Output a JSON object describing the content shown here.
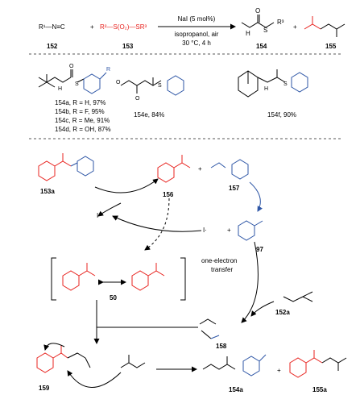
{
  "reaction": {
    "reagent1": "R¹—N≡C",
    "reagent1_id": "152",
    "plus": "+",
    "reagent2": "R²—S(O₂)—SR³",
    "reagent2_id": "153",
    "catalyst": "NaI (5 mol%)",
    "solvent": "isopropanol, air",
    "conditions": "30 °C, 4 h",
    "product1_id": "154",
    "product2_id": "155"
  },
  "examples": {
    "series_a": "154a, R = H, 97%",
    "series_b": "154b, R = F, 95%",
    "series_c": "154c, R = Me, 91%",
    "series_d": "154d, R = OH, 87%",
    "e": "154e, 84%",
    "f": "154f, 90%"
  },
  "mechanism": {
    "c153a": "153a",
    "c156": "156",
    "c157": "157",
    "c97": "97",
    "c50": "50",
    "c152a": "152a",
    "c158": "158",
    "c159": "159",
    "c154a": "154a",
    "c155a": "155a",
    "iodide": "I⁻",
    "iodine_radical": "I·",
    "transfer_line1": "one-electron",
    "transfer_line2": "transfer",
    "plus": "+"
  },
  "colors": {
    "red": "#e8231f",
    "blue": "#2e56a6",
    "black": "#000000"
  }
}
